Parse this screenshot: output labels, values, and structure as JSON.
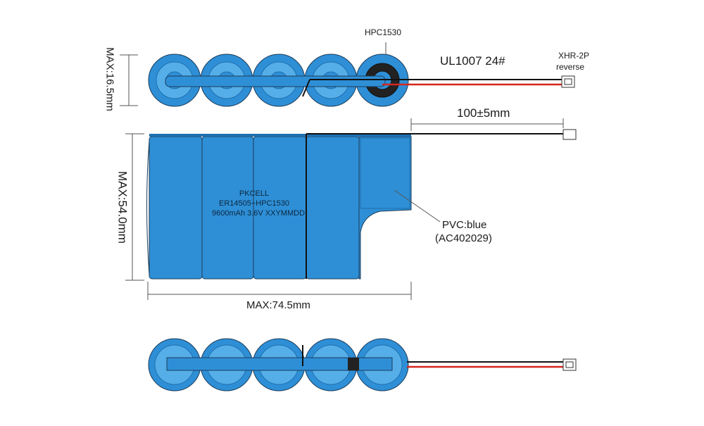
{
  "colors": {
    "cell_fill": "#2e8fd6",
    "cell_dark": "#1f6fae",
    "cell_light": "#55aee8",
    "wire_red": "#d4261f",
    "wire_black": "#111111",
    "outline": "#1d3d5a",
    "dim_line": "#555555"
  },
  "labels": {
    "ptc_part": "HPC1530",
    "wire_spec": "UL1007  24#",
    "connector_line1": "XHR-2P",
    "connector_line2": "reverse",
    "wire_length": "100±5mm",
    "height_dim": "MAX:16.5mm",
    "width_dim": "MAX:54.0mm",
    "length_dim": "MAX:74.5mm",
    "sleeve_line1": "PVC:blue",
    "sleeve_line2": "(AC402029)"
  },
  "cell_marking": {
    "brand": "PKCELL",
    "model": "ER14505+HPC1530",
    "spec": "9600mAh 3.6V  XXYMMDD"
  }
}
